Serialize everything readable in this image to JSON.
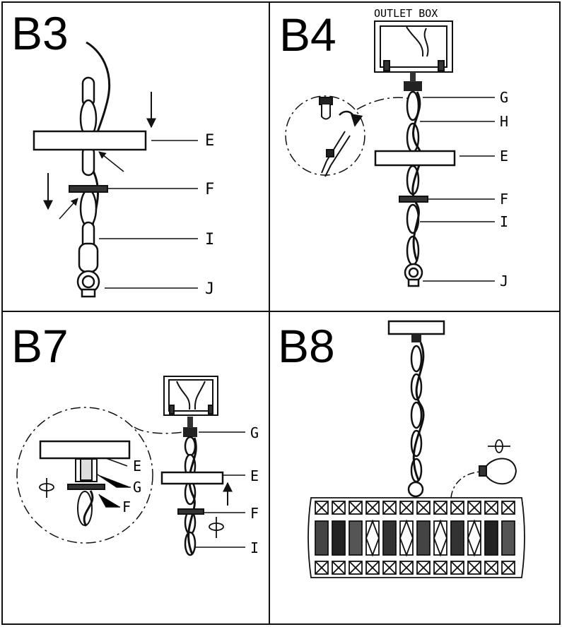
{
  "panels": [
    {
      "step": "B3",
      "labels": {
        "e": "E",
        "f": "F",
        "i": "I",
        "j": "J"
      }
    },
    {
      "step": "B4",
      "outlet_box": "OUTLET BOX",
      "labels": {
        "g": "G",
        "h": "H",
        "e": "E",
        "f": "F",
        "i": "I",
        "j": "J"
      }
    },
    {
      "step": "B7",
      "labels": {
        "g": "G",
        "e": "E",
        "f": "F",
        "i": "I"
      },
      "detail_labels": {
        "e": "E",
        "g": "G",
        "f": "F"
      }
    },
    {
      "step": "B8"
    }
  ],
  "icons": [
    "down-arrow-icon",
    "up-arrow-icon",
    "rotate-arrow-icon",
    "light-bulb-icon",
    "magnifier-detail-circle"
  ]
}
